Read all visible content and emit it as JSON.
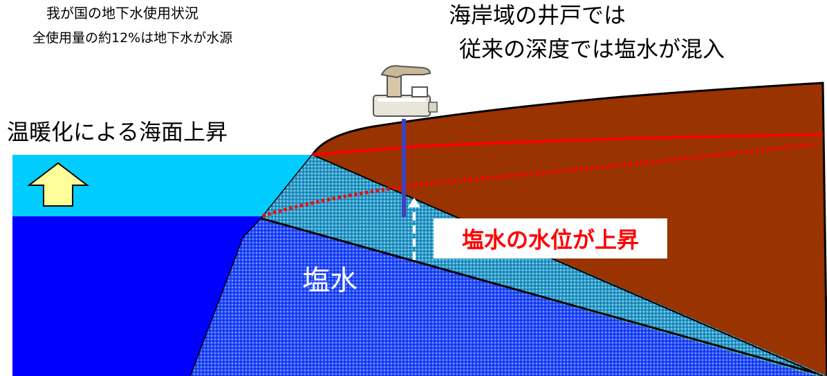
{
  "caption": {
    "line1": "我が国の地下水使用状況",
    "line2": "全使用量の約12%は地下水が水源"
  },
  "coast_title": {
    "line1": "海岸域の井戸では",
    "line2": "従来の深度では塩水が混入"
  },
  "sea_rise_label": "温暖化による海面上昇",
  "saltwater_label": "塩水",
  "rise_callout": "塩水の水位が上昇",
  "colors": {
    "sky_raised_sea": "#00ccff",
    "sea": "#0000ff",
    "land": "#993300",
    "saltwater_fill": "#3366ff",
    "intrusion_zone": "#33a0c0",
    "red_lines": "#ff0000",
    "well_pipe": "#4040c0",
    "up_arrow_fill": "#ffff99"
  },
  "icons": {
    "up_arrow": "up-arrow-icon",
    "well_pump": "well-pump-icon"
  }
}
